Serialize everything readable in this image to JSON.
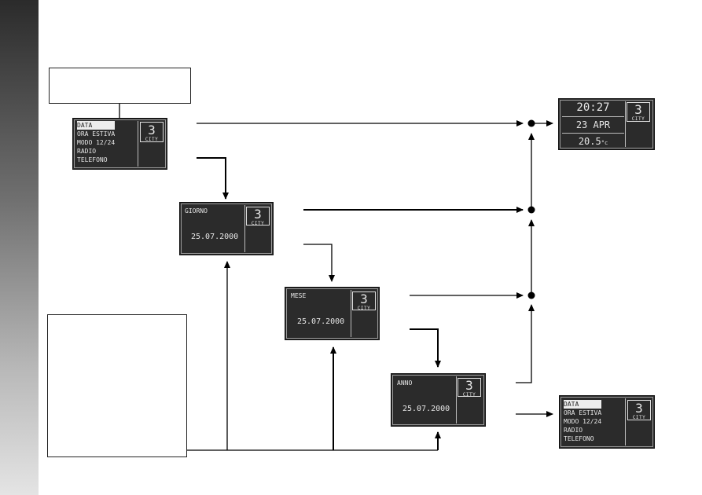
{
  "menu": {
    "items": [
      "DATA",
      "ORA ESTIVA",
      "MODO 12/24",
      "RADIO",
      "TELEFONO"
    ],
    "selected_index": 0
  },
  "logo": {
    "number": "3",
    "label": "CITY"
  },
  "giorno": {
    "title": "GIORNO",
    "date": "25.07.2000"
  },
  "mese": {
    "title": "MESE",
    "date": "25.07.2000"
  },
  "anno": {
    "title": "ANNO",
    "date": "25.07.2000"
  },
  "clock": {
    "time": "20:27",
    "day": "23 APR",
    "temp_main": "20.5",
    "temp_unit": "°c"
  },
  "colors": {
    "lcd_bg": "#2b2b2b",
    "lcd_text": "#e6e6e6",
    "wire": "#000000"
  }
}
